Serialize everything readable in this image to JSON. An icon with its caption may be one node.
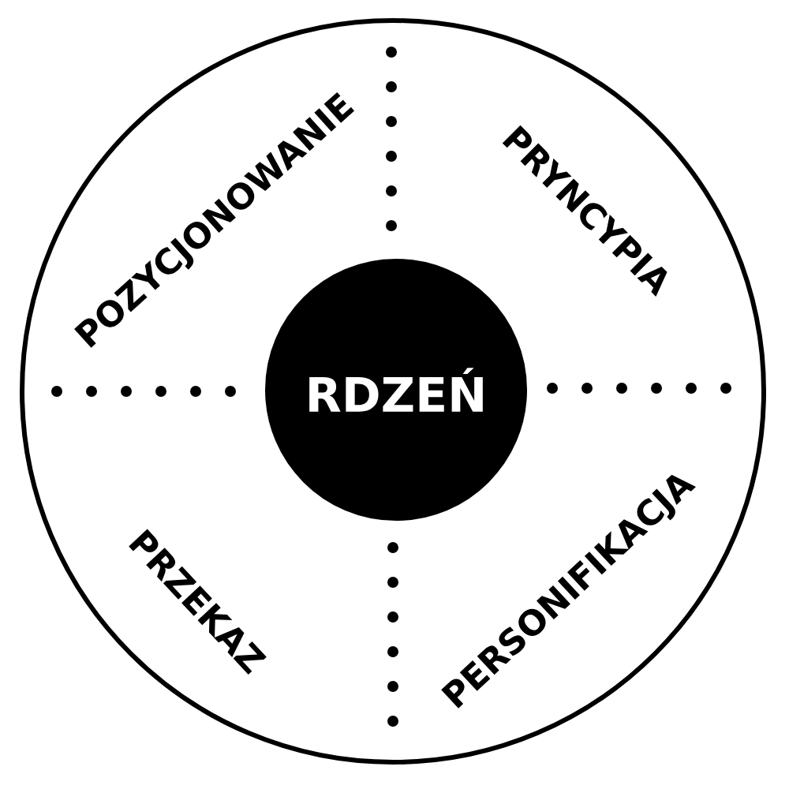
{
  "diagram": {
    "nodes": [
      {
        "text": [
          "POZYCJONOWANIE",
          "PRYNCYPIA",
          "PRZEKAZ",
          "PERSONIFIKACJA"
        ]
      },
      {
        "text": [
          "RDZEŃ"
        ],
        "in": 0
      }
    ]
  }
}
